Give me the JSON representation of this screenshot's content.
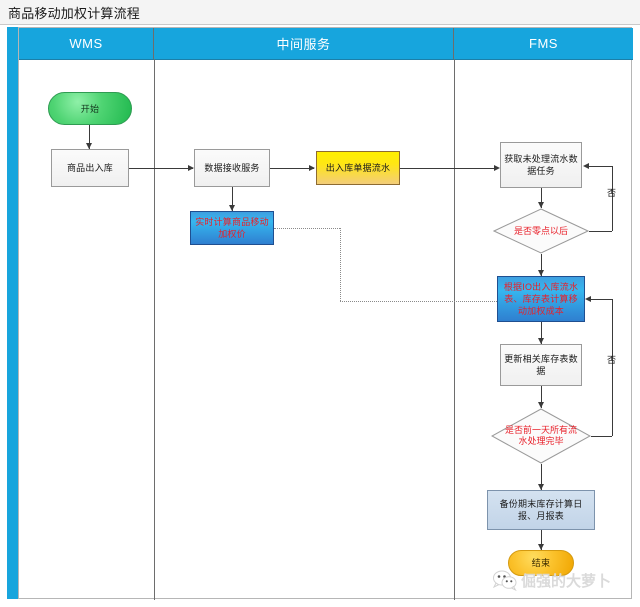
{
  "window": {
    "title": "商品移动加权计算流程"
  },
  "lanes": [
    {
      "id": "wms",
      "label": "WMS"
    },
    {
      "id": "mid",
      "label": "中间服务"
    },
    {
      "id": "fms",
      "label": "FMS"
    }
  ],
  "nodes": {
    "start": {
      "label": "开始",
      "type": "terminator-start"
    },
    "goods_io": {
      "label": "商品出入库",
      "type": "process"
    },
    "data_receive": {
      "label": "数据接收服务",
      "type": "process"
    },
    "io_doc_flow": {
      "label": "出入库单据流水",
      "type": "data-store"
    },
    "realtime_calc": {
      "label": "实时计算商品移动加权价",
      "type": "process-highlight"
    },
    "fetch_task": {
      "label": "获取未处理流水数据任务",
      "type": "process"
    },
    "is_after_zero": {
      "label": "是否零点以后",
      "type": "decision"
    },
    "calc_cost": {
      "label": "根据IO出入库流水表、库存表计算移动加权成本",
      "type": "process-highlight"
    },
    "update_stock": {
      "label": "更新相关库存表数据",
      "type": "process"
    },
    "all_done": {
      "label": "是否前一天所有流水处理完毕",
      "type": "decision"
    },
    "backup_reports": {
      "label": "备份期末库存计算日报、月报表",
      "type": "process-report"
    },
    "end": {
      "label": "结束",
      "type": "terminator-end"
    }
  },
  "edge_labels": {
    "no_zero": "否",
    "no_done": "否"
  },
  "watermark": {
    "text": "倔强的大萝卜",
    "icon": "wechat-icon"
  },
  "colors": {
    "lane_header": "#17a5dd",
    "left_rail": "#17a5dd",
    "start_node": "#4fd473",
    "end_node": "#fbc22c",
    "data_store": "#ffe615",
    "highlight_node": "#36b7ef",
    "highlight_text": "#e8202a",
    "report_node": "#c2d4e8",
    "edge": "#3a3a3a",
    "dotted_edge": "#8a8a8a"
  }
}
